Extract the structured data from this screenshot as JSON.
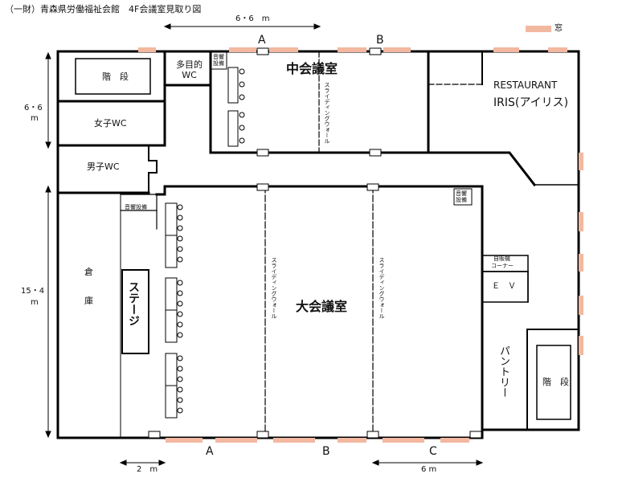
{
  "title": "（一財）青森県労働福祉会館　4F会議室見取り図",
  "legend": {
    "window_label": "窓",
    "window_color": "#f3b8a0"
  },
  "dimensions": {
    "top": "6・6　m",
    "left_upper_num": "6・6",
    "left_upper_unit": "m",
    "left_lower_num": "15・4",
    "left_lower_unit": "m",
    "bottom_left": "2　m",
    "bottom_right": "6 m"
  },
  "section_labels": {
    "top_a": "A",
    "top_b": "B",
    "bottom_a": "A",
    "bottom_b": "B",
    "bottom_c": "C"
  },
  "rooms": {
    "stairs_top": "階　段",
    "multi_wc": "多目的\nWC",
    "womens_wc": "女子WC",
    "mens_wc": "男子WC",
    "storage_1": "倉",
    "storage_2": "庫",
    "audio_small_1": "音響\n設備",
    "audio_small_2": "音響設備",
    "audio_small_3": "音響\n設備",
    "medium_hall": "中会議室",
    "large_hall": "大会議室",
    "stage": "ステージ",
    "sliding_wall": "スライディングウォール",
    "restaurant_1": "RESTAURANT",
    "restaurant_2": "IRIS(アイリス)",
    "vending_1": "自販機",
    "vending_2": "コーナー",
    "elevator": "Ｅ　Ｖ",
    "pantry": "パントリー",
    "stairs_bottom": "階　段"
  }
}
